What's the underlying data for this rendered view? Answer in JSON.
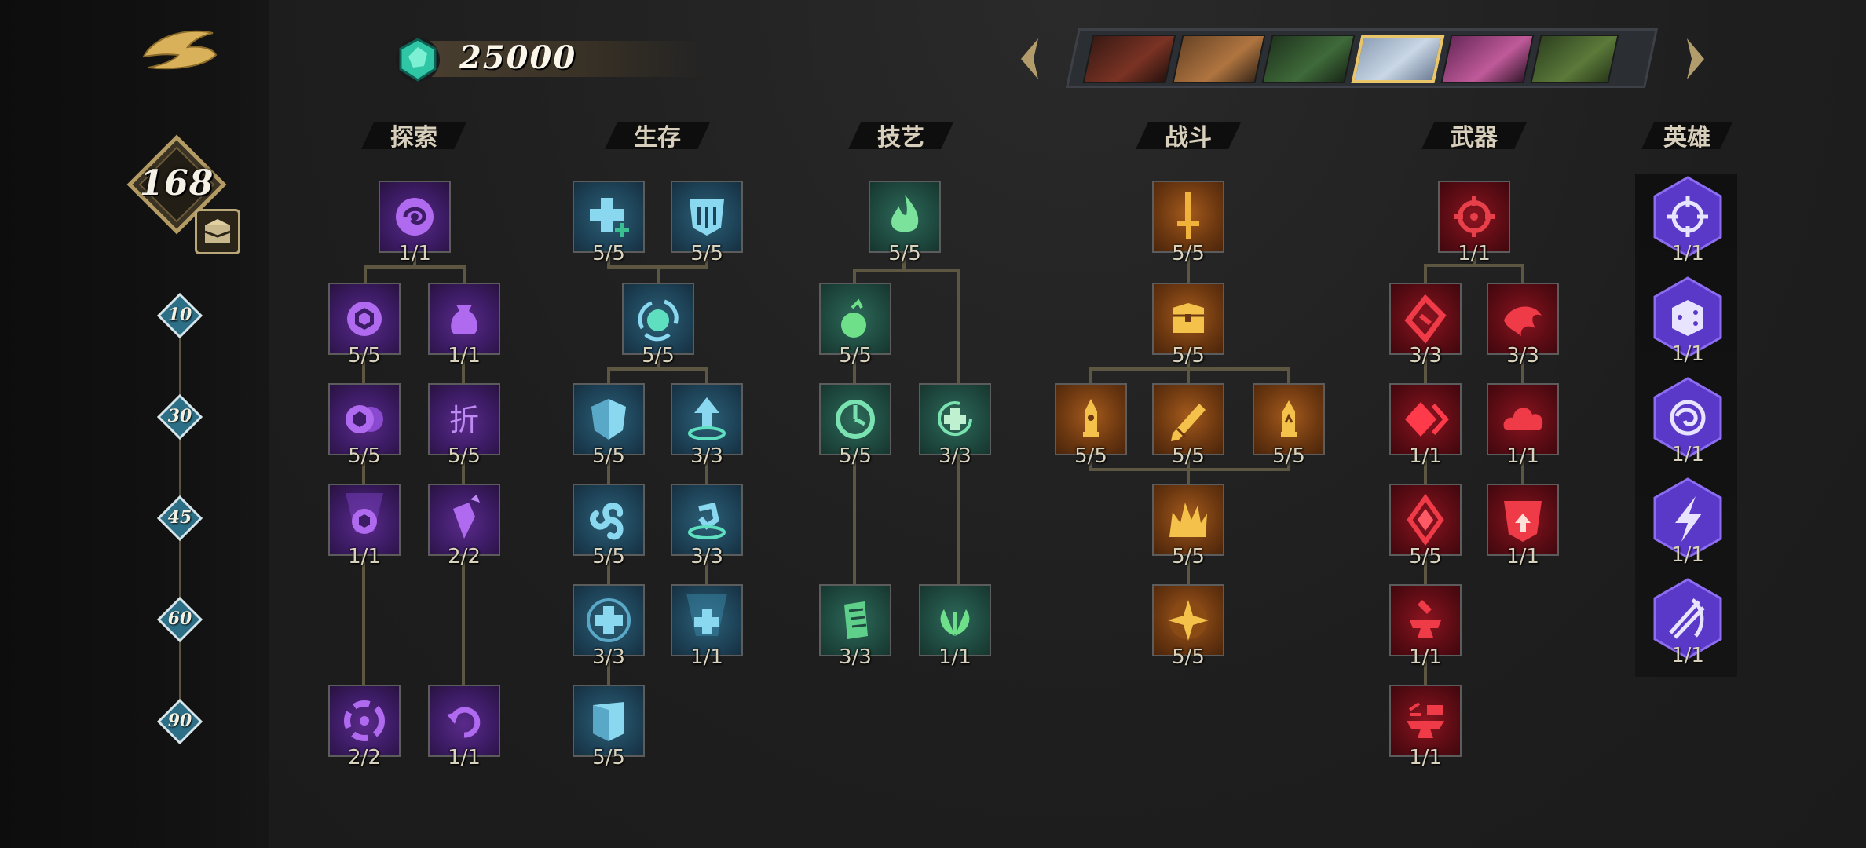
{
  "currency": {
    "value": "25000",
    "icon": "teal-gem-icon"
  },
  "level": {
    "value": "168"
  },
  "milestones": [
    "10",
    "30",
    "45",
    "60",
    "90"
  ],
  "heroes": [
    {
      "name": "hero-1",
      "color": "#7a3324",
      "selected": false
    },
    {
      "name": "hero-2",
      "color": "#b07540",
      "selected": false
    },
    {
      "name": "hero-3",
      "color": "#3f6a3a",
      "selected": false
    },
    {
      "name": "hero-4",
      "color": "#c9d7e6",
      "selected": true
    },
    {
      "name": "hero-5",
      "color": "#c05a9a",
      "selected": false
    },
    {
      "name": "hero-6",
      "color": "#5c7a3a",
      "selected": false
    }
  ],
  "categories": {
    "explore": "探索",
    "survival": "生存",
    "skill": "技艺",
    "combat": "战斗",
    "weapon": "武器",
    "hero": "英雄"
  },
  "nodes": {
    "explore": [
      {
        "icon": "vortex-icon",
        "count": "1/1"
      },
      {
        "icon": "coin-icon",
        "count": "5/5"
      },
      {
        "icon": "pouch-icon",
        "count": "1/1"
      },
      {
        "icon": "coins-icon",
        "count": "5/5"
      },
      {
        "icon": "discount-icon",
        "count": "5/5",
        "glyph": "折"
      },
      {
        "icon": "coin-glow-icon",
        "count": "1/1"
      },
      {
        "icon": "crystal-icon",
        "count": "2/2"
      },
      {
        "icon": "triskelion-icon",
        "count": "2/2"
      },
      {
        "icon": "refresh-icon",
        "count": "1/1"
      }
    ],
    "survival": [
      {
        "icon": "heal-plus-icon",
        "count": "5/5"
      },
      {
        "icon": "armor-icon",
        "count": "5/5"
      },
      {
        "icon": "orb-cycle-icon",
        "count": "5/5"
      },
      {
        "icon": "shield-icon",
        "count": "5/5"
      },
      {
        "icon": "dodge-arrow-icon",
        "count": "3/3"
      },
      {
        "icon": "swirl-icon",
        "count": "5/5"
      },
      {
        "icon": "spin-icon",
        "count": "3/3"
      },
      {
        "icon": "heal-orb-icon",
        "count": "3/3"
      },
      {
        "icon": "heal-beam-icon",
        "count": "1/1"
      },
      {
        "icon": "armor-plate-icon",
        "count": "5/5"
      }
    ],
    "skill": [
      {
        "icon": "flame-icon",
        "count": "5/5"
      },
      {
        "icon": "potion-icon",
        "count": "5/5"
      },
      {
        "icon": "cooldown-icon",
        "count": "5/5"
      },
      {
        "icon": "regen-icon",
        "count": "3/3"
      },
      {
        "icon": "scroll-icon",
        "count": "3/3"
      },
      {
        "icon": "wings-icon",
        "count": "1/1"
      }
    ],
    "combat": [
      {
        "icon": "sword-icon",
        "count": "5/5"
      },
      {
        "icon": "chest-icon",
        "count": "5/5"
      },
      {
        "icon": "bullet-icon",
        "count": "5/5"
      },
      {
        "icon": "pencil-icon",
        "count": "5/5"
      },
      {
        "icon": "bullet-up-icon",
        "count": "5/5"
      },
      {
        "icon": "crown-burst-icon",
        "count": "5/5"
      },
      {
        "icon": "star-icon",
        "count": "5/5"
      }
    ],
    "weapon": [
      {
        "icon": "crosshair-icon",
        "count": "1/1"
      },
      {
        "icon": "rune-icon",
        "count": "3/3"
      },
      {
        "icon": "claw-icon",
        "count": "3/3"
      },
      {
        "icon": "diamond-icon",
        "count": "1/1"
      },
      {
        "icon": "cloud-icon",
        "count": "1/1"
      },
      {
        "icon": "gem-icon",
        "count": "5/5"
      },
      {
        "icon": "upgrade-icon",
        "count": "1/1"
      },
      {
        "icon": "anvil-icon",
        "count": "1/1"
      },
      {
        "icon": "forge-icon",
        "count": "1/1"
      }
    ],
    "hero": [
      {
        "icon": "target-icon",
        "count": "1/1"
      },
      {
        "icon": "dice-icon",
        "count": "1/1"
      },
      {
        "icon": "swirl-orb-icon",
        "count": "1/1"
      },
      {
        "icon": "lightning-icon",
        "count": "1/1"
      },
      {
        "icon": "slash-icon",
        "count": "1/1"
      }
    ]
  }
}
